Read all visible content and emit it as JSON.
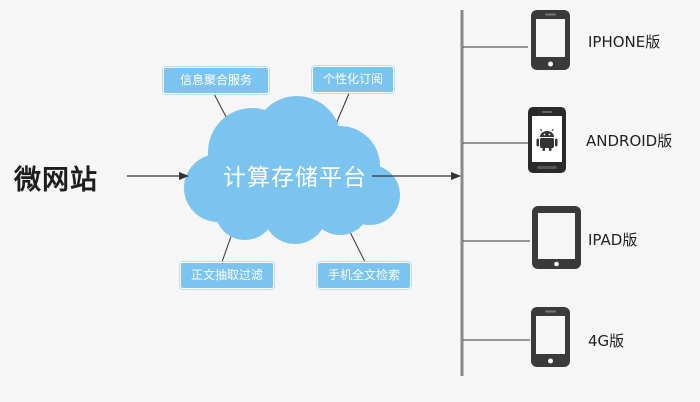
{
  "source": {
    "label": "微网站"
  },
  "platform": {
    "label": "计算存储平台"
  },
  "services": [
    {
      "label": "信息聚合服务"
    },
    {
      "label": "个性化订阅"
    },
    {
      "label": "正文抽取过滤"
    },
    {
      "label": "手机全文检索"
    }
  ],
  "outputs": [
    {
      "label": "IPHONE版",
      "icon": "iphone-icon"
    },
    {
      "label": "ANDROID版",
      "icon": "android-phone-icon"
    },
    {
      "label": "IPAD版",
      "icon": "ipad-icon"
    },
    {
      "label": "4G版",
      "icon": "4g-phone-icon"
    }
  ],
  "colors": {
    "cloud": "#7cc4f0",
    "tag": "#7cc4f0",
    "device": "#3a3a3a",
    "line": "#333333",
    "background": "#f6f6f6"
  }
}
